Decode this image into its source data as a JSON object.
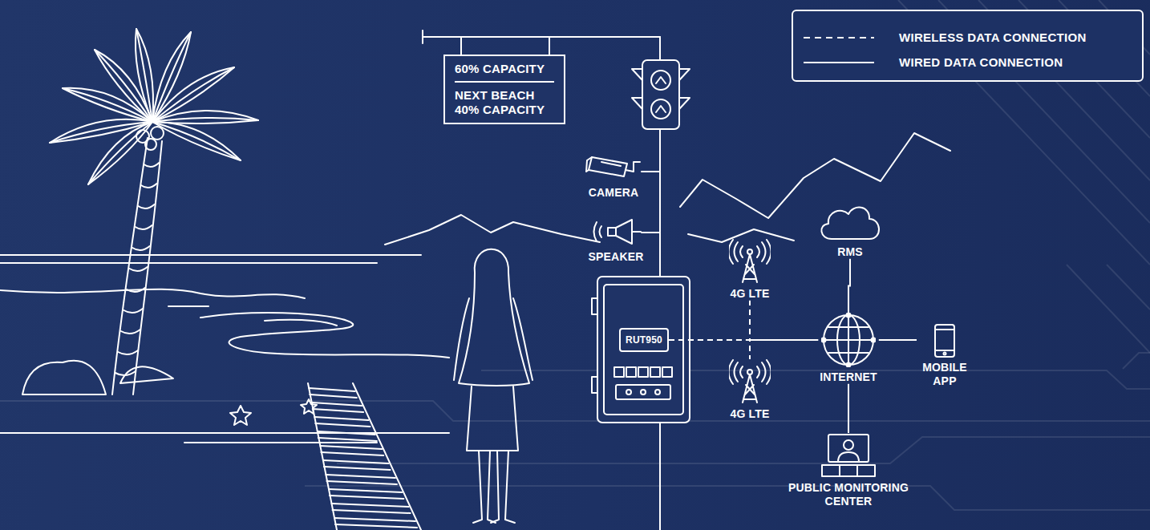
{
  "diagram": {
    "nodes": [
      {
        "text": [
          "60% CAPACITY",
          "NEXT BEACH 40% CAPACITY"
        ]
      },
      {
        "text": [
          "CAMERA"
        ]
      },
      {
        "text": [
          "SPEAKER"
        ]
      },
      {
        "text": [
          "4G LTE"
        ]
      },
      {
        "text": [
          "RMS"
        ]
      },
      {
        "text": [
          "RUT950"
        ]
      },
      {
        "text": [
          "INTERNET"
        ]
      },
      {
        "text": [
          "MOBILE APP"
        ]
      },
      {
        "text": [
          "4G LTE"
        ]
      },
      {
        "text": [
          "PUBLIC MONITORING CENTER"
        ]
      }
    ],
    "edges": [
      {
        "from": 5,
        "to": 3,
        "arrow": "none"
      },
      {
        "from": 5,
        "to": 8,
        "arrow": "none"
      },
      {
        "from": 3,
        "to": 6,
        "arrow": "none"
      },
      {
        "from": 8,
        "to": 6,
        "arrow": "none"
      },
      {
        "from": 4,
        "to": 6,
        "arrow": "none"
      },
      {
        "from": 6,
        "to": 7,
        "arrow": "none"
      },
      {
        "from": 6,
        "to": 9,
        "arrow": "none"
      }
    ],
    "legend": [
      {
        "text": "WIRELESS DATA CONNECTION"
      },
      {
        "text": "WIRED DATA CONNECTION"
      }
    ]
  }
}
